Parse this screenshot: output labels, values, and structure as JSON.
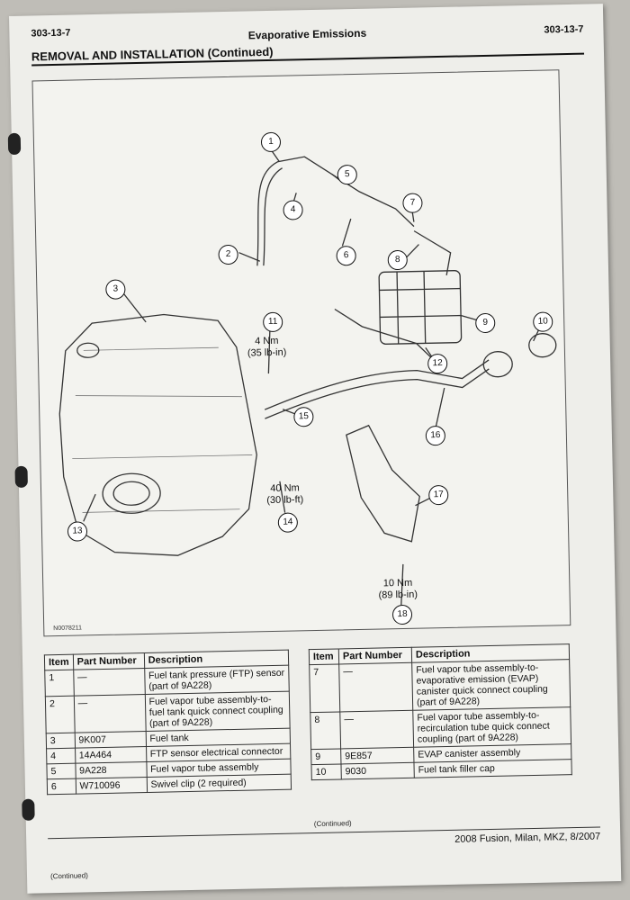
{
  "header": {
    "section_number_left": "303-13-7",
    "section_number_right": "303-13-7",
    "title": "Evaporative Emissions",
    "subtitle": "REMOVAL AND INSTALLATION (Continued)"
  },
  "diagram": {
    "figure_id": "N0078211",
    "callouts": [
      "1",
      "2",
      "3",
      "4",
      "5",
      "6",
      "7",
      "8",
      "9",
      "10",
      "11",
      "12",
      "13",
      "14",
      "15",
      "16",
      "17",
      "18"
    ],
    "torque_specs": [
      {
        "nm": "4 Nm",
        "imperial": "(35 lb-in)"
      },
      {
        "nm": "40 Nm",
        "imperial": "(30 lb-ft)"
      },
      {
        "nm": "10 Nm",
        "imperial": "(89 lb-in)"
      }
    ]
  },
  "table_left": {
    "headers": [
      "Item",
      "Part Number",
      "Description"
    ],
    "rows": [
      [
        "1",
        "—",
        "Fuel tank pressure (FTP) sensor (part of 9A228)"
      ],
      [
        "2",
        "—",
        "Fuel vapor tube assembly-to-fuel tank quick connect coupling (part of 9A228)"
      ],
      [
        "3",
        "9K007",
        "Fuel tank"
      ],
      [
        "4",
        "14A464",
        "FTP sensor electrical connector"
      ],
      [
        "5",
        "9A228",
        "Fuel vapor tube assembly"
      ],
      [
        "6",
        "W710096",
        "Swivel clip (2 required)"
      ]
    ],
    "continued": "(Continued)"
  },
  "table_right": {
    "headers": [
      "Item",
      "Part Number",
      "Description"
    ],
    "rows": [
      [
        "7",
        "—",
        "Fuel vapor tube assembly-to-evaporative emission (EVAP) canister quick connect coupling (part of 9A228)"
      ],
      [
        "8",
        "—",
        "Fuel vapor tube assembly-to-recirculation tube quick connect coupling (part of 9A228)"
      ],
      [
        "9",
        "9E857",
        "EVAP canister assembly"
      ],
      [
        "10",
        "9030",
        "Fuel tank filler cap"
      ]
    ],
    "continued": "(Continued)"
  },
  "footer": {
    "text": "2008 Fusion, Milan, MKZ, 8/2007"
  },
  "colors": {
    "paper": "#eeeeea",
    "ink": "#111111",
    "background": "#bfbdb7"
  }
}
